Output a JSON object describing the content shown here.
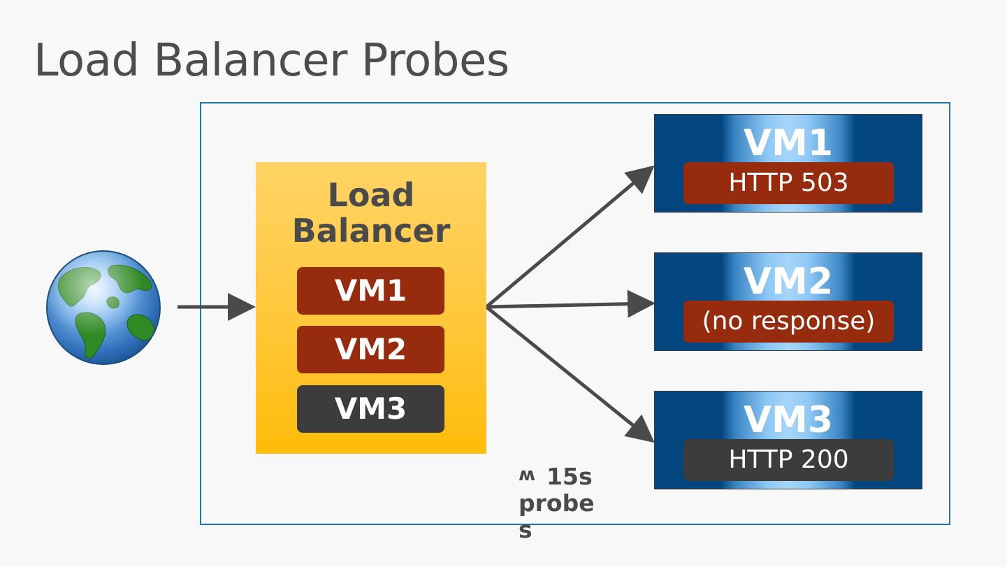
{
  "slide": {
    "title": "Load Balancer Probes"
  },
  "load_balancer": {
    "title": "Load Balancer",
    "vms": [
      {
        "label": "VM1",
        "state": "unhealthy"
      },
      {
        "label": "VM2",
        "state": "unhealthy"
      },
      {
        "label": "VM3",
        "state": "healthy"
      }
    ]
  },
  "backends": [
    {
      "name": "VM1",
      "status": "HTTP 503",
      "state": "unhealthy"
    },
    {
      "name": "VM2",
      "status": "(no response)",
      "state": "unhealthy"
    },
    {
      "name": "VM3",
      "status": "HTTP 200",
      "state": "healthy"
    }
  ],
  "probe_note": {
    "symbol": "ʍ",
    "text": "15s probes"
  },
  "icons": {
    "client": "globe-icon"
  },
  "colors": {
    "title_text": "#4d4d4d",
    "frame_border": "#1b75a8",
    "unhealthy": "#962b0d",
    "healthy": "#3c3c3c",
    "vm_box": "#03467f",
    "load_balancer": "#ffc73a",
    "arrow": "#4a4a4a"
  }
}
